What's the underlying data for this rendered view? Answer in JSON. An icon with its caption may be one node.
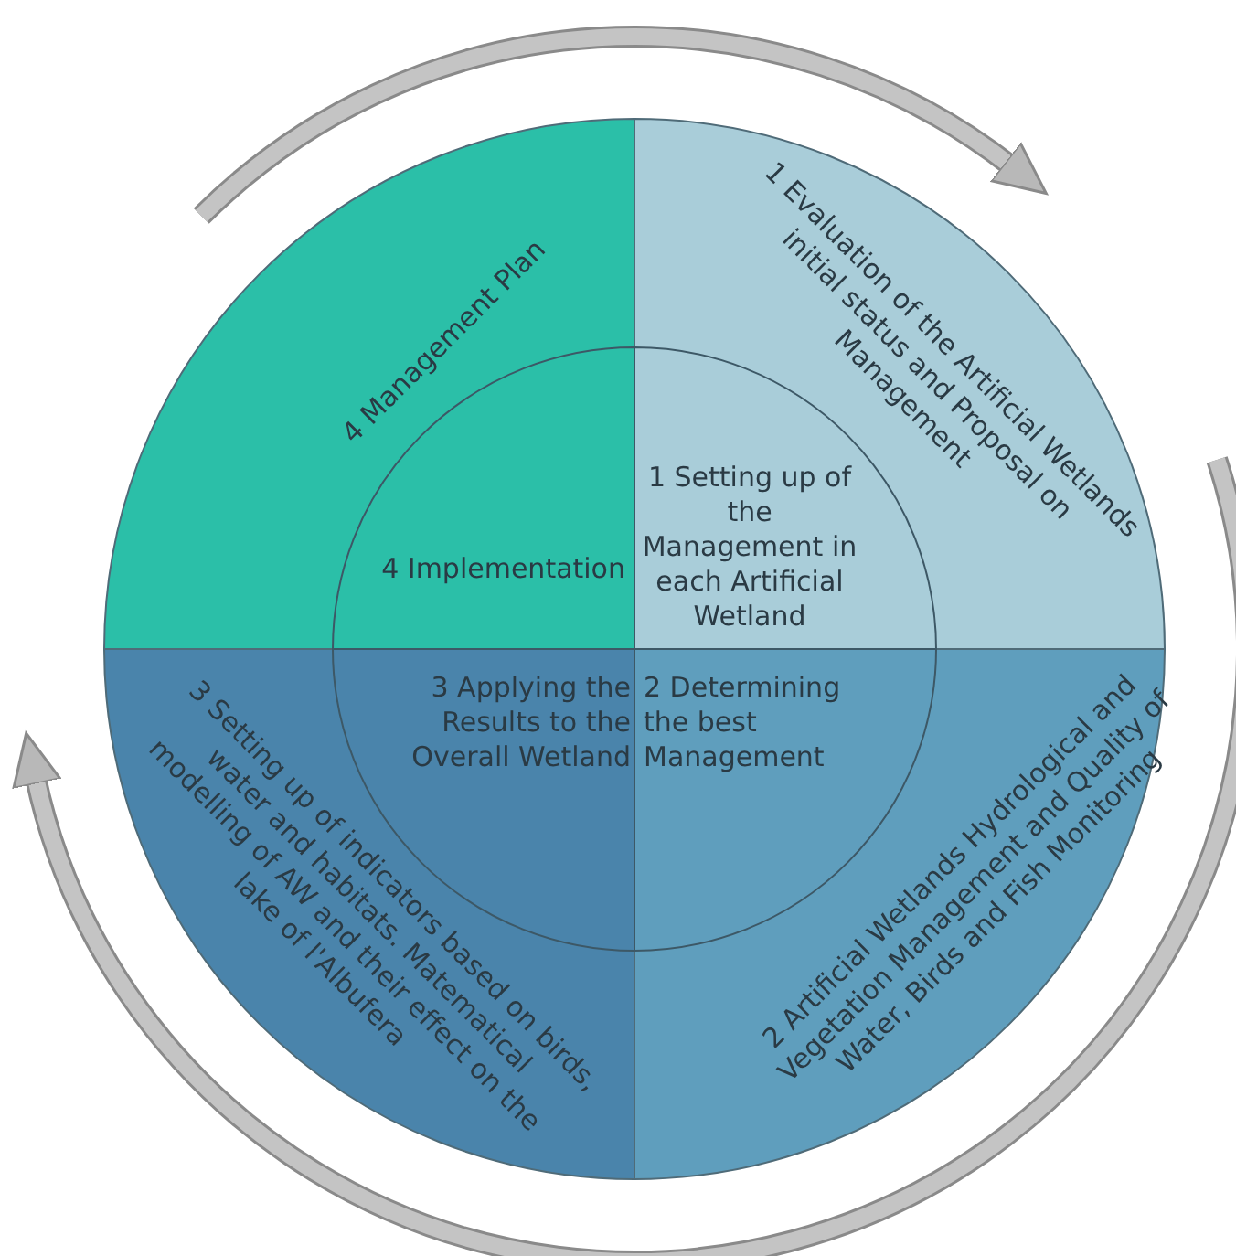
{
  "diagram": {
    "nodes": [
      {
        "text": [
          "4 Management Plan"
        ]
      },
      {
        "text": [
          "4 Implementation"
        ],
        "in": 0
      },
      {
        "text": [
          "1 Evaluation of the Artificial Wetlands initial status and Proposal on Management"
        ]
      },
      {
        "text": [
          "1 Setting up of the Management in each Artificial Wetland"
        ],
        "in": 2
      },
      {
        "text": [
          "3 Setting up of indicators based on birds, water and habitats. Matematical modelling of AW and their effect on the lake of l'Albufera"
        ]
      },
      {
        "text": [
          "3 Applying the Results to the Overall Wetland"
        ],
        "in": 4
      },
      {
        "text": [
          "2 Artificial Wetlands Hydrological and Vegetation Management and Quality of Water, Birds and Fish Monitoring"
        ]
      },
      {
        "text": [
          "2 Determining the best Management"
        ],
        "in": 6
      }
    ]
  }
}
